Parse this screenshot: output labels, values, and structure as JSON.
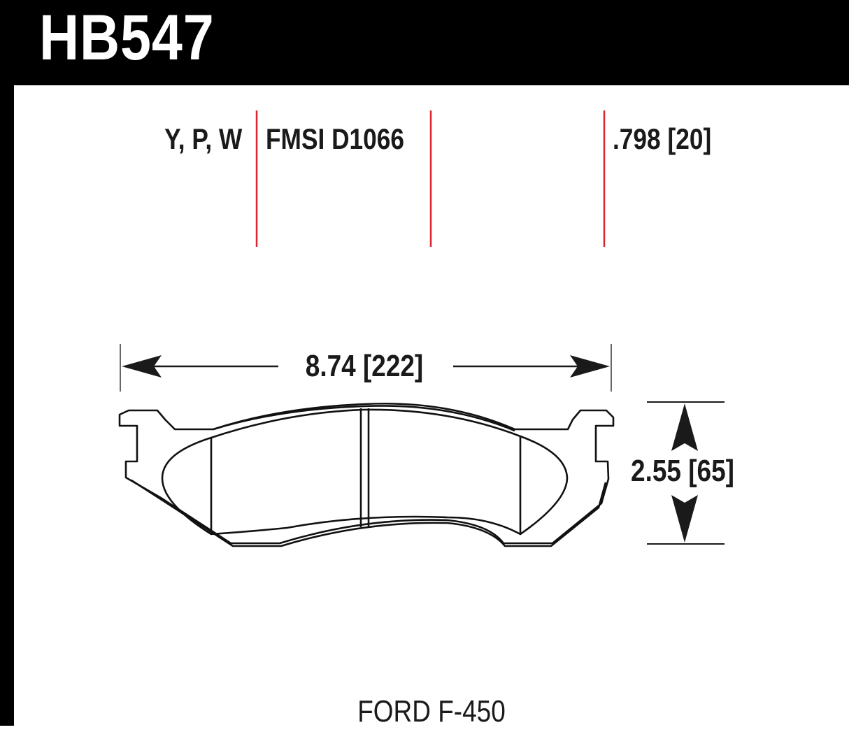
{
  "header": {
    "part_number": "HB547",
    "background_color": "#000000",
    "text_color": "#ffffff"
  },
  "specs": {
    "compounds": "Y, P, W",
    "fmsi": "FMSI D1066",
    "thickness": ".798 [20]",
    "divider_color": "#d7262e"
  },
  "dimensions": {
    "width": {
      "label": "8.74 [222]",
      "inches": 8.74,
      "mm": 222
    },
    "height": {
      "label": "2.55 [65]",
      "inches": 2.55,
      "mm": 65
    }
  },
  "vehicle": {
    "label": "FORD F-450"
  },
  "icons": {
    "width_arrows": "double-horizontal-arrow-icon",
    "height_arrows": "double-vertical-arrow-icon",
    "pad_outline": "brake-pad-outline-icon"
  }
}
